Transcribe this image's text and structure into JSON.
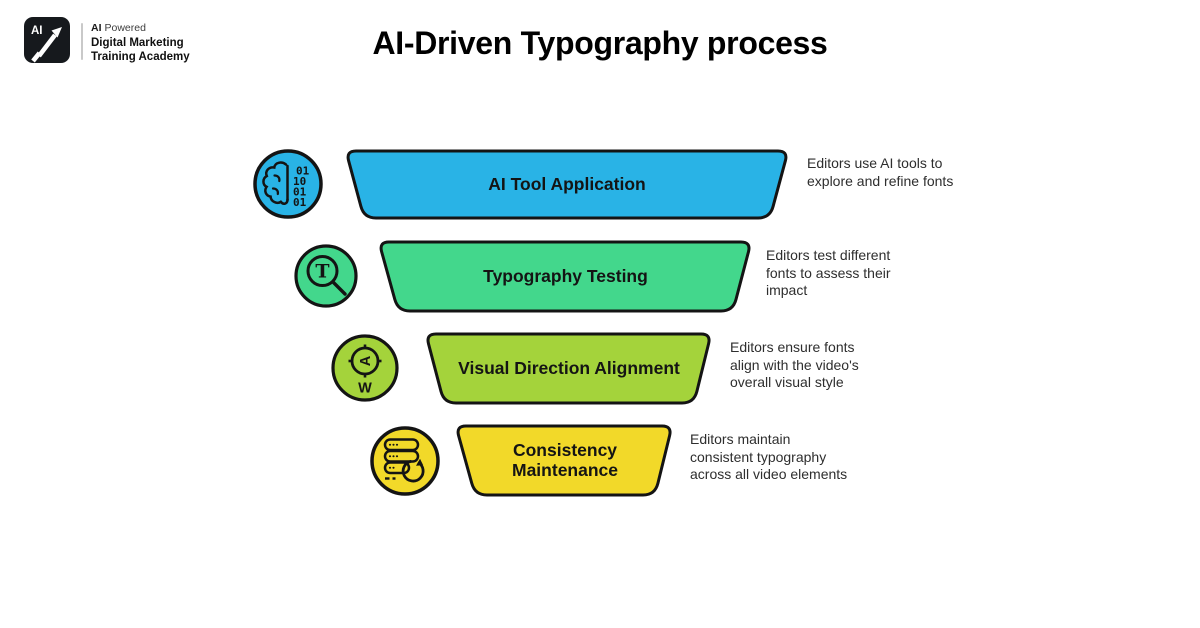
{
  "brand": {
    "badge_text": "AI",
    "line1_bold": "AI",
    "line1_rest": "Powered",
    "line2": "Digital Marketing",
    "line3": "Training Academy"
  },
  "title": "AI-Driven Typography process",
  "funnel": {
    "steps": [
      {
        "label": "AI Tool Application",
        "description": "Editors use AI tools to explore and refine fonts",
        "color": "#29B3E6",
        "icon": "brain-binary-icon"
      },
      {
        "label": "Typography Testing",
        "description": "Editors test different fonts to assess their impact",
        "color": "#43D78C",
        "icon": "typography-magnifier-icon"
      },
      {
        "label": "Visual Direction Alignment",
        "description": "Editors ensure fonts align with the video's overall visual style",
        "color": "#A4D33B",
        "icon": "compass-direction-icon"
      },
      {
        "label": "Consistency Maintenance",
        "description": "Editors maintain consistent typography across all video elements",
        "color": "#F2D929",
        "icon": "server-sync-icon"
      }
    ]
  },
  "icons": {
    "binary_rows": [
      "01",
      "10",
      "01",
      "01"
    ],
    "magnifier_letter": "T",
    "compass_letter": "A",
    "compass_secondary": "W"
  }
}
